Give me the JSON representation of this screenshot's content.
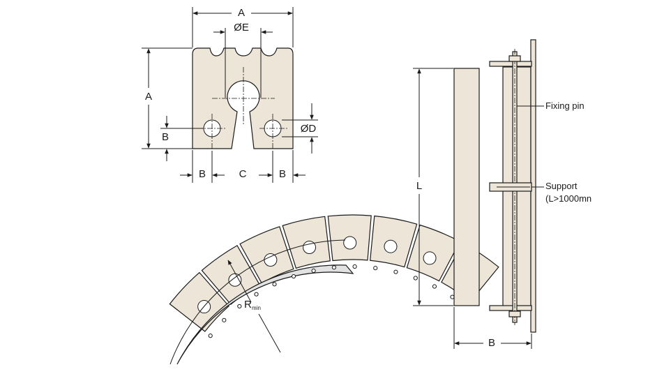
{
  "front_view": {
    "dim_width": "A",
    "dim_height": "A",
    "dim_bore": "ØE",
    "dim_hole": "ØD",
    "dim_side": "B",
    "dim_side_left": "B",
    "dim_side_right": "B",
    "dim_center": "C"
  },
  "curved_view": {
    "radius_main": "R",
    "radius_sub": "min"
  },
  "side_view": {
    "dim_length": "L",
    "dim_depth": "B",
    "fixing_pin_label": "Fixing pin",
    "support_label": "Support",
    "support_note": "(L>1000mn"
  }
}
